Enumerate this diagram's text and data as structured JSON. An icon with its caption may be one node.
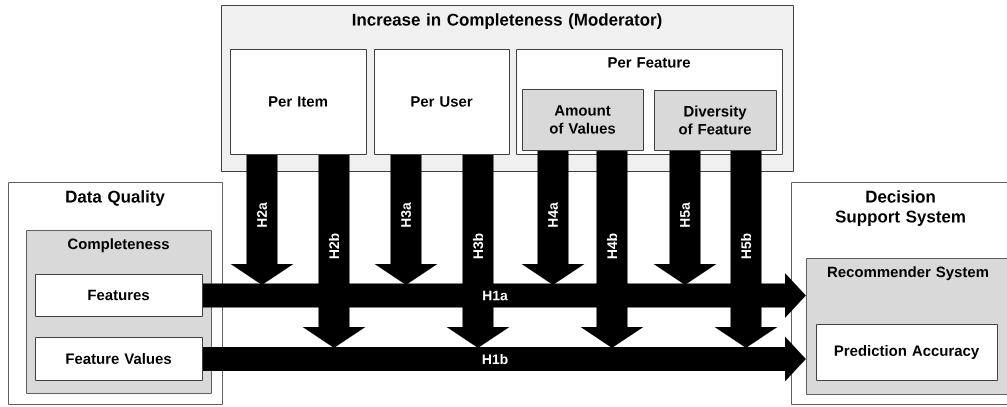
{
  "diagram": {
    "nodes": [
      {
        "text": [
          "Increase in Completeness (Moderator)"
        ]
      },
      {
        "text": [
          "Per Item"
        ],
        "in": 0
      },
      {
        "text": [
          "Per User"
        ],
        "in": 0
      },
      {
        "text": [
          "Per Feature"
        ],
        "in": 0
      },
      {
        "text": [
          "Amount of Values"
        ],
        "in": 3
      },
      {
        "text": [
          "Diversity of Feature"
        ],
        "in": 3
      },
      {
        "text": [
          "Data Quality"
        ]
      },
      {
        "text": [
          "Completeness"
        ],
        "in": 6
      },
      {
        "text": [
          "Features"
        ],
        "in": 7
      },
      {
        "text": [
          "Feature Values"
        ],
        "in": 7
      },
      {
        "text": [
          "Decision Support System"
        ]
      },
      {
        "text": [
          "Recommender System"
        ],
        "in": 10
      },
      {
        "text": [
          "Prediction Accuracy"
        ],
        "in": 11
      }
    ],
    "edges": [
      {
        "from": 8,
        "to": 11,
        "arrow": "to",
        "label": "H1a"
      },
      {
        "from": 9,
        "to": 11,
        "arrow": "to",
        "label": "H1b"
      },
      {
        "from": 1,
        "to": null,
        "arrow": "to",
        "label": "H2a"
      },
      {
        "from": 1,
        "to": null,
        "arrow": "to",
        "label": "H2b"
      },
      {
        "from": 2,
        "to": null,
        "arrow": "to",
        "label": "H3a"
      },
      {
        "from": 2,
        "to": null,
        "arrow": "to",
        "label": "H3b"
      },
      {
        "from": 4,
        "to": null,
        "arrow": "to",
        "label": "H4a"
      },
      {
        "from": 4,
        "to": null,
        "arrow": "to",
        "label": "H4b"
      },
      {
        "from": 5,
        "to": null,
        "arrow": "to",
        "label": "H5a"
      },
      {
        "from": 5,
        "to": null,
        "arrow": "to",
        "label": "H5b"
      }
    ]
  }
}
